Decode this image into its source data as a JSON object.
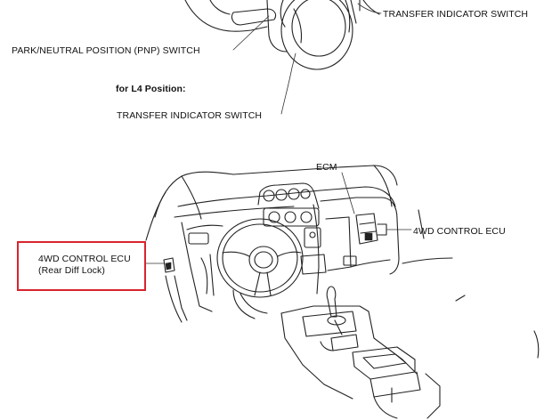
{
  "labels": {
    "transfer_switch_top": "TRANSFER INDICATOR SWITCH",
    "pnp_switch": "PARK/NEUTRAL POSITION (PNP) SWITCH",
    "l4_position": "for L4 Position:",
    "transfer_switch_l4": "TRANSFER INDICATOR SWITCH",
    "ecm": "ECM",
    "ecu_right": "4WD CONTROL ECU",
    "ecu_left_line1": "4WD CONTROL ECU",
    "ecu_left_line2": "(Rear Diff Lock)"
  },
  "colors": {
    "highlight": "#d9242c",
    "linework": "#222222"
  }
}
